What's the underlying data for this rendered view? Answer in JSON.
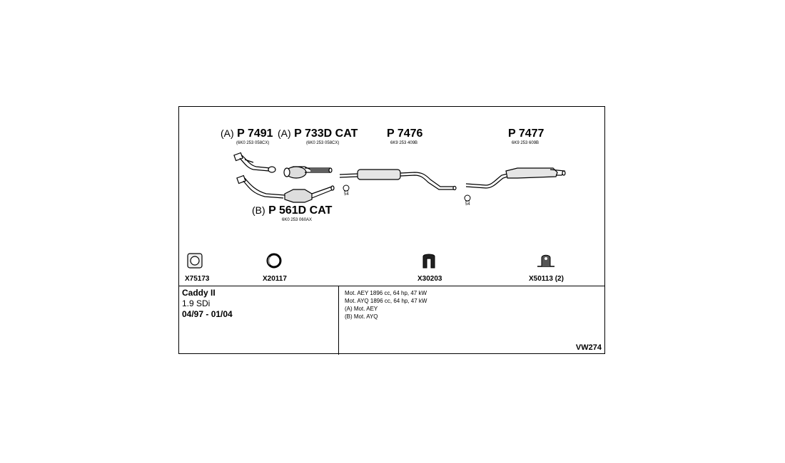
{
  "parts": [
    {
      "prefix": "(A)",
      "number": "P 7491",
      "code": "(6K0 253 058CX)"
    },
    {
      "prefix": "(A)",
      "number": "P 733D CAT",
      "code": "(6K0 253 058CX)"
    },
    {
      "prefix": "",
      "number": "P 7476",
      "code": "6K9 253 409B"
    },
    {
      "prefix": "",
      "number": "P 7477",
      "code": "6K9 253 609B"
    },
    {
      "prefix": "(B)",
      "number": "P 561D CAT",
      "code": "6K0 253 060AX"
    }
  ],
  "clamp_tags": [
    "54",
    "54"
  ],
  "accessories": [
    {
      "code": "X75173",
      "icon": "gasket-icon"
    },
    {
      "code": "X20117",
      "icon": "ring-icon"
    },
    {
      "code": "X30203",
      "icon": "rubber-mount-icon"
    },
    {
      "code": "X50113 (2)",
      "icon": "hanger-icon"
    }
  ],
  "vehicle": {
    "model": "Caddy II",
    "engine": "1.9 SDi",
    "years": "04/97 - 01/04"
  },
  "notes": [
    "Mot. AEY 1896 cc, 64 hp, 47 kW",
    "Mot. AYQ 1896 cc, 64 hp, 47 kW",
    "(A) Mot. AEY",
    "(B) Mot. AYQ"
  ],
  "reference": "VW274"
}
